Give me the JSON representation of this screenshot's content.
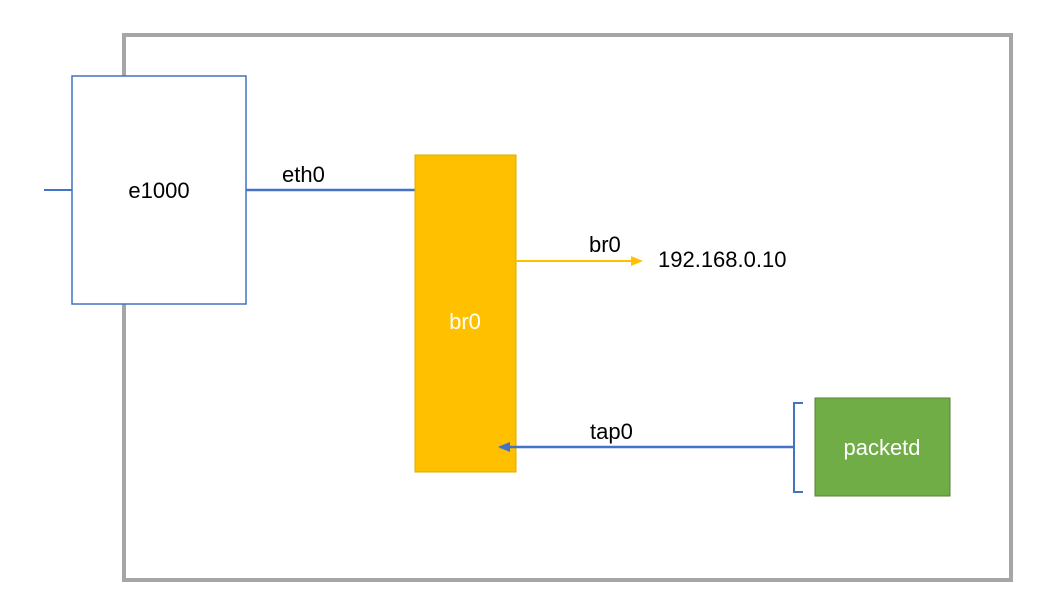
{
  "nodes": {
    "nic": {
      "label": "e1000"
    },
    "bridge": {
      "label": "br0"
    },
    "daemon": {
      "label": "packetd"
    }
  },
  "links": {
    "eth0": {
      "label": "eth0"
    },
    "br0_ip": {
      "label": "br0",
      "target_text": "192.168.0.10"
    },
    "tap0": {
      "label": "tap0"
    }
  },
  "colors": {
    "host_border": "#a6a6a6",
    "nic_border": "#4472c4",
    "bridge_fill": "#ffc000",
    "bridge_border": "#e0a800",
    "daemon_fill": "#70ad47",
    "daemon_border": "#548235",
    "blue_link": "#4472c4",
    "yellow_link": "#ffc000"
  }
}
